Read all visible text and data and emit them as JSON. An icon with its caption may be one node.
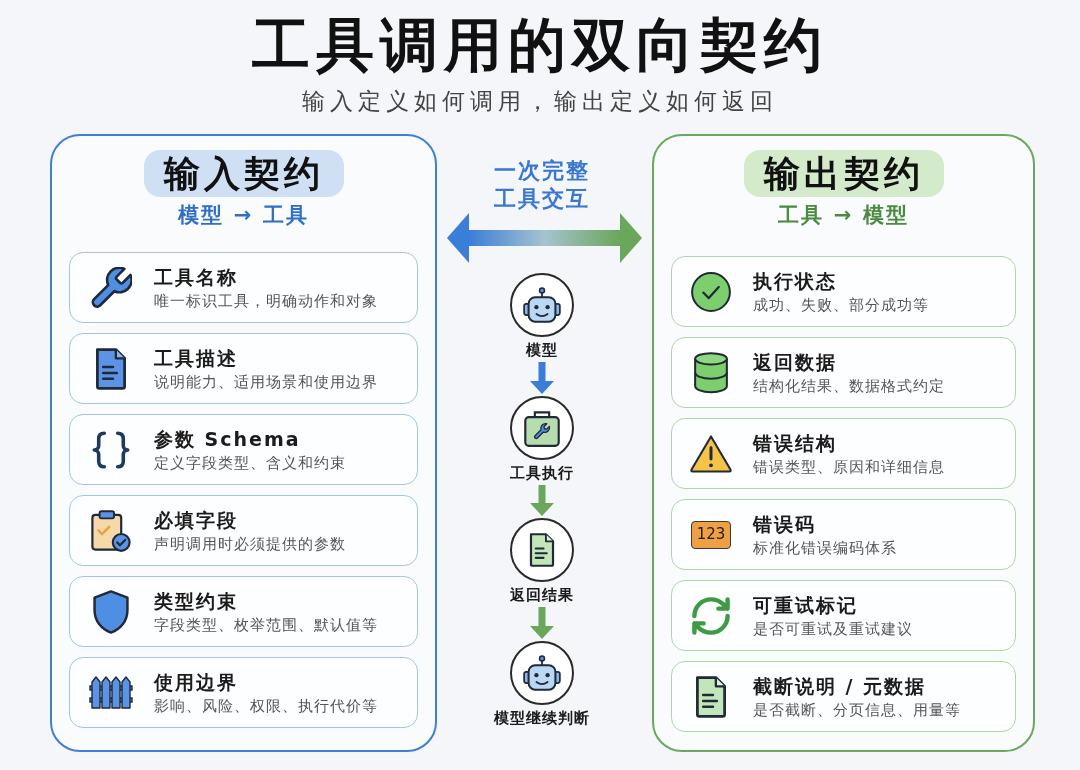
{
  "diagram": {
    "title": "工具调用的双向契约",
    "nodes": [
      {
        "text": [
          "输入契约",
          "模型 → 工具"
        ]
      },
      {
        "text": [
          "工具名称",
          "唯一标识工具，明确动作和对象"
        ],
        "in": 0
      },
      {
        "text": [
          "工具描述",
          "说明能力、适用场景和使用边界"
        ],
        "in": 0
      },
      {
        "text": [
          "参数 Schema",
          "定义字段类型、含义和约束"
        ],
        "in": 0
      },
      {
        "text": [
          "必填字段",
          "声明调用时必须提供的参数"
        ],
        "in": 0
      },
      {
        "text": [
          "类型约束",
          "字段类型、枚举范围、默认值等"
        ],
        "in": 0
      },
      {
        "text": [
          "使用边界",
          "影响、风险、权限、执行代价等"
        ],
        "in": 0
      },
      {
        "text": [
          "输出契约",
          "工具 → 模型"
        ]
      },
      {
        "text": [
          "执行状态",
          "成功、失败、部分成功等"
        ],
        "in": 7
      },
      {
        "text": [
          "返回数据",
          "结构化结果、数据格式约定"
        ],
        "in": 7
      },
      {
        "text": [
          "错误结构",
          "错误类型、原因和详细信息"
        ],
        "in": 7
      },
      {
        "text": [
          "错误码",
          "标准化错误编码体系"
        ],
        "in": 7
      },
      {
        "text": [
          "可重试标记",
          "是否可重试及重试建议"
        ],
        "in": 7
      },
      {
        "text": [
          "截断说明 / 元数据",
          "是否截断、分页信息、用量等"
        ],
        "in": 7
      },
      {
        "text": [
          "模型"
        ]
      },
      {
        "text": [
          "工具执行"
        ]
      },
      {
        "text": [
          "返回结果"
        ]
      },
      {
        "text": [
          "模型继续判断"
        ]
      }
    ],
    "edges": [
      {
        "from": 0,
        "to": 7,
        "arrow": "both",
        "label": "一次完整工具交互",
        "style": "thick"
      },
      {
        "from": 14,
        "to": 15,
        "arrow": "to",
        "color": "#3b7dd8"
      },
      {
        "from": 15,
        "to": 16,
        "arrow": "to"
      },
      {
        "from": 16,
        "to": 17,
        "arrow": "to"
      }
    ],
    "labels": [
      "输入定义如何调用，输出定义如何返回",
      "123"
    ]
  }
}
